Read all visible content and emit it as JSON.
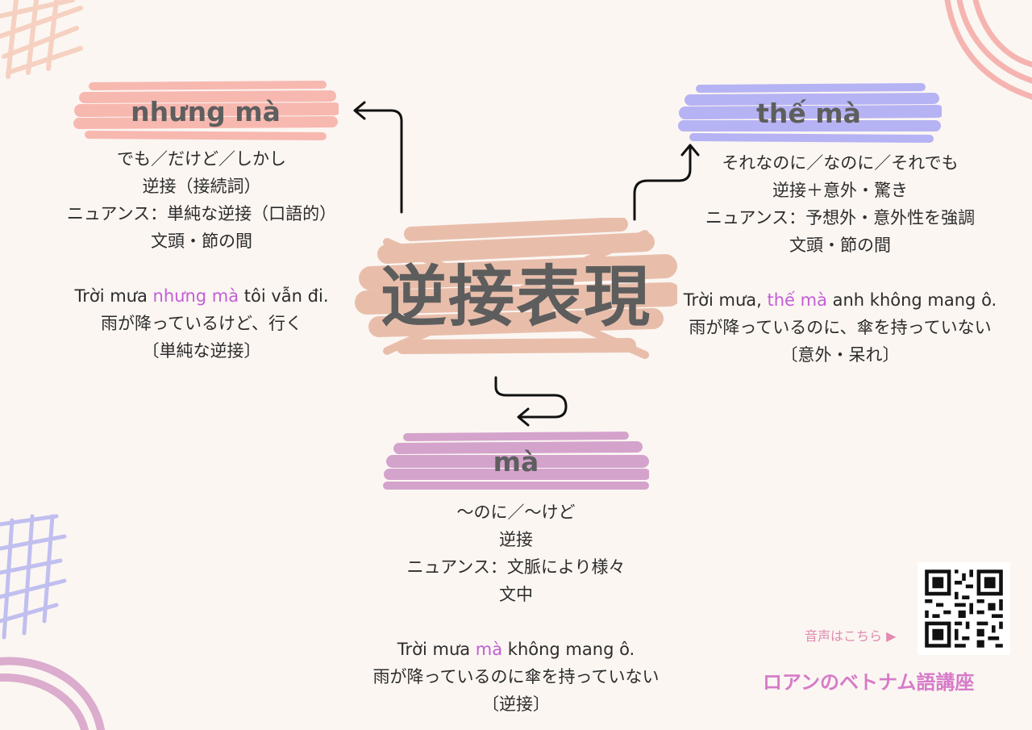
{
  "title": "逆接表現",
  "branches": {
    "nhung_ma": {
      "heading": "nhưng mà",
      "meanings": [
        "でも／だけど／しかし",
        "逆接（接続詞）",
        "ニュアンス：単純な逆接（口語的）",
        "文頭・節の間"
      ],
      "example_pre": "Trời mưa ",
      "example_hl": "nhưng mà",
      "example_post": " tôi vẫn đi.",
      "translation": "雨が降っているけど、行く",
      "note": "〔単純な逆接〕"
    },
    "the_ma": {
      "heading": "thế mà",
      "meanings": [
        "それなのに／なのに／それでも",
        "逆接＋意外・驚き",
        "ニュアンス：予想外・意外性を強調",
        "文頭・節の間"
      ],
      "example_pre": "Trời mưa, ",
      "example_hl": "thế mà",
      "example_post": " anh không mang ô.",
      "translation": "雨が降っているのに、傘を持っていない",
      "note": "〔意外・呆れ〕"
    },
    "ma": {
      "heading": "mà",
      "meanings": [
        "〜のに／〜けど",
        "逆接",
        "ニュアンス：文脈により様々",
        "文中"
      ],
      "example_pre": "Trời mưa ",
      "example_hl": "mà",
      "example_post": " không mang ô.",
      "translation": "雨が降っているのに傘を持っていない",
      "note": "〔逆接〕"
    }
  },
  "qr_caption": "音声はこちら ▶",
  "brand": "ロアンのベトナム語講座",
  "colors": {
    "background": "#fbf6f2",
    "highlight": "#c25ed6",
    "nhung_ma_brush": "#f7b8b0",
    "the_ma_brush": "#b6b3f4",
    "ma_brush": "#d4a3cc",
    "title_brush": "#e7b8a4",
    "brand": "#d77bc9"
  }
}
